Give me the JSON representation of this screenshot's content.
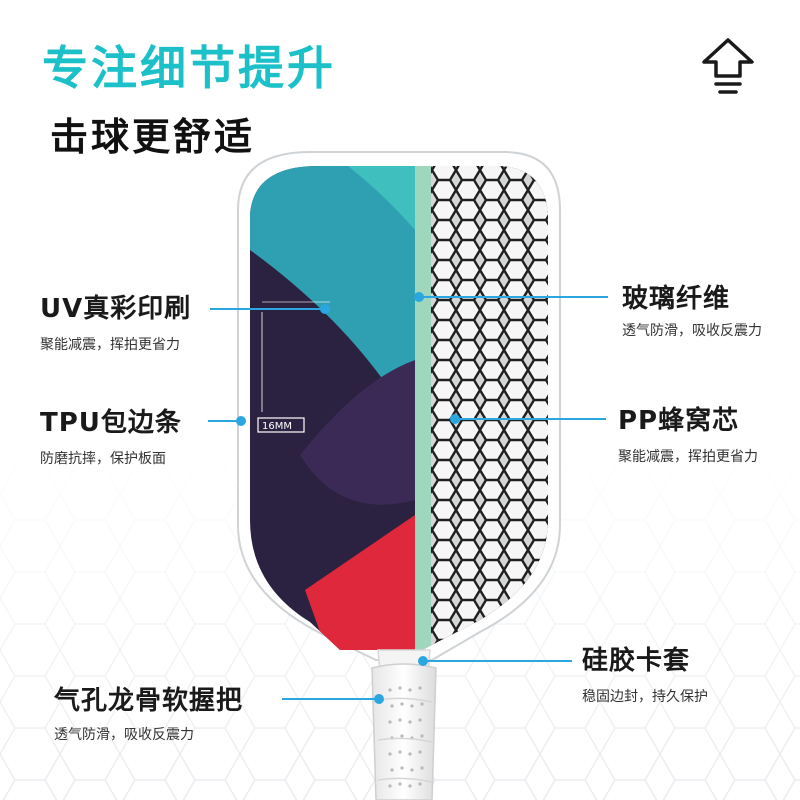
{
  "header": {
    "title": "专注细节提升",
    "subtitle": "击球更舒适",
    "icon": "home-arrow-up-icon"
  },
  "paddle": {
    "thickness_label": "16MM"
  },
  "features": [
    {
      "id": "uv",
      "title": "UV真彩印刷",
      "desc": "聚能减震，挥拍更省力"
    },
    {
      "id": "tpu",
      "title": "TPU包边条",
      "desc": "防磨抗摔，保护板面"
    },
    {
      "id": "grip",
      "title": "气孔龙骨软握把",
      "desc": "透气防滑，吸收反震力"
    },
    {
      "id": "glass",
      "title": "玻璃纤维",
      "desc": "透气防滑，吸收反震力"
    },
    {
      "id": "pp",
      "title": "PP蜂窝芯",
      "desc": "聚能减震，挥拍更省力"
    },
    {
      "id": "silicone",
      "title": "硅胶卡套",
      "desc": "稳固边封，持久保护"
    }
  ],
  "colors": {
    "title_accent": "#1cc0c8",
    "leader_line": "#2aa6e0",
    "paddle_teal": "#2f9fb2",
    "paddle_navy": "#2a2240",
    "paddle_red": "#e0283c",
    "paddle_edge": "#ffffff",
    "fiber_layer": "#9ed7bd"
  }
}
